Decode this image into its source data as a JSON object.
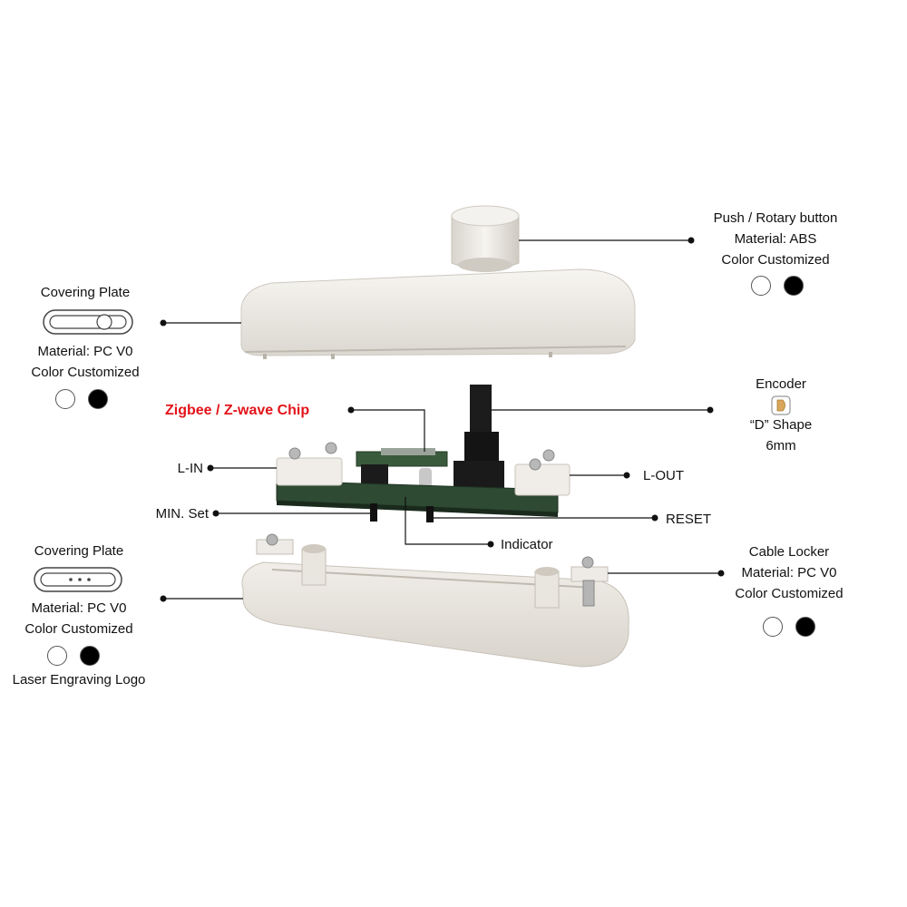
{
  "colors": {
    "white_swatch": "#ffffff",
    "black_swatch": "#000000",
    "chip_label": "#e3141b",
    "leader_line": "#111111",
    "housing": "#ece9e3",
    "pcb": "#2e4a33"
  },
  "push_button": {
    "lines": [
      "Push / Rotary button",
      "Material: ABS",
      "Color Customized"
    ]
  },
  "covering_plate_top": {
    "lines": [
      "Covering Plate",
      "Material: PC V0",
      "Color Customized"
    ]
  },
  "encoder": {
    "lines": [
      "Encoder",
      "“D” Shape",
      "6mm"
    ]
  },
  "chip": {
    "label": "Zigbee / Z-wave Chip"
  },
  "l_in": {
    "label": "L-IN"
  },
  "l_out": {
    "label": "L-OUT"
  },
  "min_set": {
    "label": "MIN. Set"
  },
  "reset": {
    "label": "RESET"
  },
  "indicator": {
    "label": "Indicator"
  },
  "covering_plate_bottom": {
    "lines": [
      "Covering Plate",
      "Material: PC V0",
      "Color Customized",
      "Laser Engraving Logo"
    ]
  },
  "cable_locker": {
    "lines": [
      "Cable Locker",
      "Material: PC V0",
      "Color Customized"
    ]
  },
  "icons": [
    "switch-plate-icon",
    "led-plate-icon",
    "d-shaft-icon"
  ]
}
